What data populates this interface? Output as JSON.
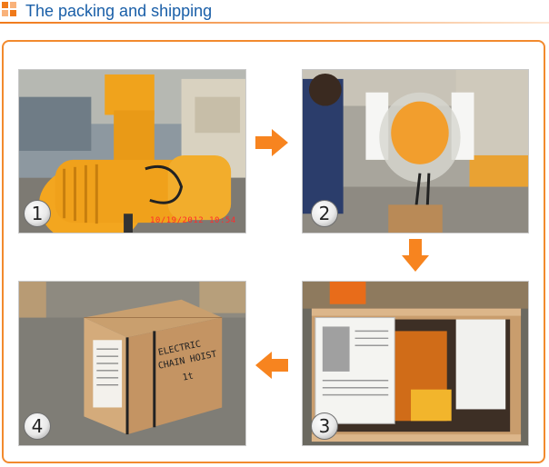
{
  "header": {
    "title": "The packing and shipping",
    "icon": "orange-squares-icon"
  },
  "steps": [
    {
      "number": "1",
      "stamp": "10/19/2012   10:54"
    },
    {
      "number": "2"
    },
    {
      "number": "3"
    },
    {
      "number": "4",
      "crate_text": "ELECTRIC CHAIN HOIST 1t"
    }
  ],
  "colors": {
    "accent": "#f07a1a",
    "title": "#1a5fa8",
    "frame": "#f28a2e"
  },
  "arrows": [
    "arrow-right",
    "arrow-down",
    "arrow-left"
  ]
}
